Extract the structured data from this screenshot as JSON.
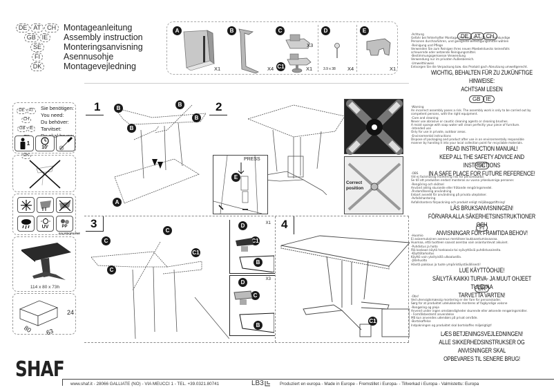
{
  "header": {
    "titles": [
      {
        "badges": [
          "DE",
          "AT",
          "CH"
        ],
        "text": "Montageanleitung"
      },
      {
        "badges": [
          "GB",
          "IE"
        ],
        "text": "Assembly instruction"
      },
      {
        "badges": [
          "SE"
        ],
        "text": "Monteringsanvisning"
      },
      {
        "badges": [
          "FI"
        ],
        "text": "Asennusohje"
      },
      {
        "badges": [
          "DK"
        ],
        "text": "Montagevejledning"
      }
    ]
  },
  "parts": [
    {
      "letter": "A",
      "qty": "X1"
    },
    {
      "letter": "B",
      "qty": "X4"
    },
    {
      "letter": "C",
      "qty": "X3"
    },
    {
      "letter": "C1",
      "qty": "X1"
    },
    {
      "letter": "D",
      "qty": "X4",
      "size": "3.9 x 38"
    },
    {
      "letter": "E",
      "qty": "X1"
    }
  ],
  "sidebar": {
    "need_badges": [
      "DE",
      "AT",
      "CH",
      "GB",
      "IE",
      "SE",
      "FI",
      "DK"
    ],
    "need_labels": [
      "Sie benötigen:",
      "You need:",
      "Du behöver:",
      "Tarvitset:",
      "Du skal bruge:"
    ],
    "persons": "1",
    "time": "10'",
    "material": "PP",
    "material_sub": "POLYPROPYLENE",
    "uv_label": "UV",
    "product_dims": "114 x 80 x 73h",
    "box_dims": {
      "height": "24",
      "depth": "80",
      "width": "63"
    }
  },
  "steps": [
    {
      "number": "1",
      "labels": [
        "B",
        "B",
        "B",
        "B",
        "A"
      ]
    },
    {
      "number": "2",
      "press_label": "PRESS",
      "press_part": "E",
      "correct_label": "Correct position"
    },
    {
      "number": "3",
      "labels": [
        "C",
        "C",
        "C1",
        "C"
      ],
      "detail_top": {
        "qty": "X1",
        "parts": [
          "D",
          "C1",
          "B"
        ]
      },
      "detail_bottom": {
        "qty": "X3",
        "parts": [
          "D",
          "C",
          "B"
        ]
      }
    },
    {
      "number": "4",
      "labels": [
        "C1"
      ]
    }
  ],
  "warnings": [
    {
      "badges": [
        "DE",
        "AT",
        "CH"
      ],
      "body": "-Achtung\nGefahr bei fehlerhafter Montage. Montage ist nur durch fachkundige\nPersonen durchzuführen, und geeignete Befestigungsmittel wählen\n-Reinigung und Pflege\nVerwenden Sie zum Reinigen Ihres neuen Moebelstuecks keinesfalls\nscheuernde oder aetzende Reinigungsmittel.\n-Bestimmungsgemaesse Verwendung\nVerwendung nur im privaten Außenbereich.\n-Umwelthinweis\nEntsorgen Sie die Verpackung bzw. das Produkt gach Abnutzung umweltgerecht.",
      "caps": [
        "WICHTIG, BEHALTEN FÜR ZU ZUKÜNFTIGE HINWEISE:",
        "ACHTSAM LESEN"
      ]
    },
    {
      "badges": [
        "GB",
        "IE"
      ],
      "body": "-Warning\nAn incorrect assembly poses a risk. The assembly work is only to be carried out by\n competent persons, with the right equipment.\n-Care and cleaning\nNever use abrasive or caustic cleaning agents or cleaning brushes.\nA moist sponge with soap water will clean perfectly your piece of furniture.\n-Intended use\nOnly for use in private, outdoor areas.\n-Environmental instructions\nDispose of packaging and product after use in an environmentally responsible\nmanner by handing it into your local collection point for recyclable materials.",
      "caps": [
        "READ INSTRUCTION MANUAL!",
        "KEEP ALL THE SAFETY ADVICE AND INSTRUCTIONS",
        "IN A SAFE PLACE FOR  FUTURE REFERENCE!"
      ]
    },
    {
      "badges": [
        "SE"
      ],
      "body": "-OBS\nVid ej fackmässig montering risk för personskador.\nSe till att produkten endast monteras av vuxna yrkeskunniga personer.\n-Rengöring och skötsel\nAnvänd aldrig skurande eller frätande rengöringsmedel.\n-Ändamålsenlig användning\nEnbart avsedd för användning på privata uteplatser.\n-Avfallshantering\nAvfallshantera förpackning och produkt enligt miljöbaggstiftning!",
      "caps": [
        "LÄS BRUKSANVISNINGEN!",
        "FÖRVARA ALLA SÄKERHETSINSTRUKTIONER OCH",
        "ANVISNINGAR FÖR FRAMTIDA BEHOV!"
      ]
    },
    {
      "badges": [
        "FI"
      ],
      "body": "-Huomio\nEi asianmukainen asennus merkitsee loukkaantumisvaaraa.\nHuomaa, että tuotteen saavat asentaa vain asiantuntevat aikuiset.\n-Puhdistus ja hoito\nÄlä koskaan käytä hankaavia tai syövyttäviä puhdistusaineita.\n-Käyttötarkoitus\nKäyttö vain yksityisillä ulkoalueilla.\n-Jätehuolto\nHävitä pakkaus ja tuote ympäristöystävällisesti!",
      "caps": [
        "LUE KÄYTTÖOHJE!",
        "SÄILYTÄ KAIKKI TURVA- JA MUUT OHJEET TULEVAA",
        "TARVETTA VARTEN!"
      ]
    },
    {
      "badges": [
        "DK"
      ],
      "body": "-Obs!\nVed uhensigtsmæssig montering er der fare for personskader.\nSørg for at produktet udelukkende monteres af fagkyndige voksne\n-Rengøring og pleje\nAnvend under ingen omstændigheder skurende eller ætsende rengøringsmidler.\n- Formålsbestemt anvendelse\nMå kun anvendes udendørs på privat område.\n-Bortskaffelse\nIndpakningen og produktet skal bortskaffes miljørigtigt!",
      "caps": [
        "LÆS BETJENINGSVEJLEDNINGEN!",
        "ALLE SIKKERHEDSINSTRUKSER OG ANVISNINGER  SKAL",
        "OPBEVARES TIL SENERE BRUG!"
      ]
    }
  ],
  "footer": {
    "brand": "SHAF",
    "address": "www.shaf.it  -  28066  GALLIATE (NO) - VIA MEUCCI 1 - TEL. +39.0321.80741",
    "code": "LB3",
    "made_in": "Produziert en europa - Made in Europe - Fremstillet i Europa-   - Tillverkad i  Europa - Valmistettu: Europa"
  }
}
